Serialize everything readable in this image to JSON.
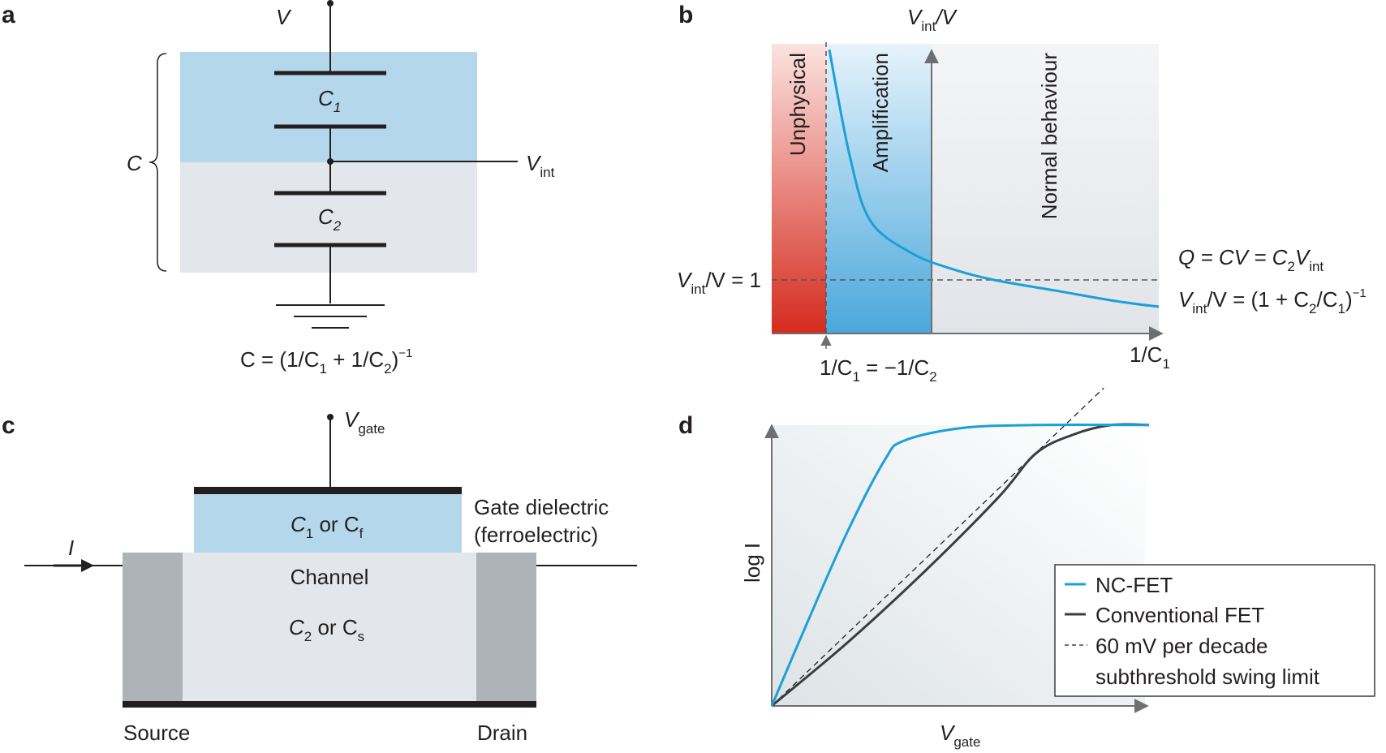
{
  "panels": {
    "a": {
      "letter": "a",
      "v_label": "V",
      "c_label": "C",
      "c1": {
        "main": "C",
        "sub": "1"
      },
      "c2": {
        "main": "C",
        "sub": "2"
      },
      "vint": {
        "main": "V",
        "sub": "int"
      },
      "formula": {
        "p1": "C = (1/C",
        "s1": "1",
        "p2": " + 1/C",
        "s2": "2",
        "p3": ")",
        "sup": "−1"
      }
    },
    "b": {
      "letter": "b",
      "regions": [
        "Unphysical",
        "Amplification",
        "Normal behaviour"
      ],
      "y_axis": {
        "v": "V",
        "sub": "int",
        "rest": "/V"
      },
      "y_tick": {
        "v": "V",
        "sub": "int",
        "rest": "/V = 1"
      },
      "x_tick_left": {
        "p1": "1/C",
        "s1": "1",
        "p2": " = −1/C",
        "s2": "2"
      },
      "x_tick_right": {
        "p1": "1/C",
        "s1": "1"
      },
      "eq1": {
        "p1": "Q = CV = C",
        "s1": "2",
        "p2": "V",
        "s2": "int"
      },
      "eq2": {
        "p1": "V",
        "s1": "int",
        "p2": "/V = (1 + C",
        "s2": "2",
        "p3": "/C",
        "s3": "1",
        "p4": ")",
        "sup": "−1"
      }
    },
    "c": {
      "letter": "c",
      "vgate": {
        "main": "V",
        "sub": "gate"
      },
      "current": "I",
      "ferro": {
        "p1": "C",
        "s1": "1",
        "p2": " or C",
        "s2": "f"
      },
      "gate_dielectric": "Gate dielectric",
      "ferroelectric": "(ferroelectric)",
      "channel": "Channel",
      "semi": {
        "p1": "C",
        "s1": "2",
        "p2": " or C",
        "s2": "s"
      },
      "source": "Source",
      "drain": "Drain"
    },
    "d": {
      "letter": "d",
      "y_label": "log I",
      "x_label": {
        "main": "V",
        "sub": "gate"
      },
      "legend": [
        "NC-FET",
        "Conventional FET",
        "60 mV per decade",
        "subthreshold swing limit"
      ]
    }
  },
  "colors": {
    "blue_curve": "#1ba0d7",
    "dark_curve": "#3a3d40",
    "ferro_fill": "#b5d7ec",
    "grey_fill": "#e3e6ea",
    "contact": "#aeb3b8",
    "unphysical": "#d52b1e"
  },
  "chart_data": [
    {
      "type": "line",
      "panel": "b",
      "title": "",
      "xlabel": "1/C1",
      "ylabel": "Vint/V",
      "series": [
        {
          "values_note": "",
          "x": [
            0.2,
            0.25,
            0.3,
            0.4,
            0.5,
            0.6,
            0.75,
            0.9,
            1.0
          ],
          "y": [
            7.0,
            3.3,
            2.1,
            1.5,
            1.2,
            1.0,
            0.8,
            0.6,
            0.5
          ]
        }
      ],
      "reference_lines": [
        "Vint/V = 1",
        "1/C1 = −1/C2"
      ]
    },
    {
      "type": "line",
      "panel": "d",
      "title": "",
      "xlabel": "Vgate",
      "ylabel": "log I",
      "series": [
        {
          "name": "NC-FET",
          "x": [
            0,
            0.1,
            0.2,
            0.3,
            0.35,
            0.5,
            0.7,
            1.0
          ],
          "y": [
            0,
            0.28,
            0.55,
            0.78,
            0.84,
            0.88,
            0.89,
            0.89
          ]
        },
        {
          "name": "Conventional FET",
          "x": [
            0,
            0.2,
            0.4,
            0.6,
            0.7,
            0.8,
            0.9,
            1.0
          ],
          "y": [
            0,
            0.2,
            0.42,
            0.66,
            0.8,
            0.86,
            0.89,
            0.89
          ]
        },
        {
          "name": "60 mV per decade subthreshold swing limit",
          "x": [
            0,
            1.0
          ],
          "y": [
            0,
            1.08
          ]
        }
      ]
    }
  ]
}
